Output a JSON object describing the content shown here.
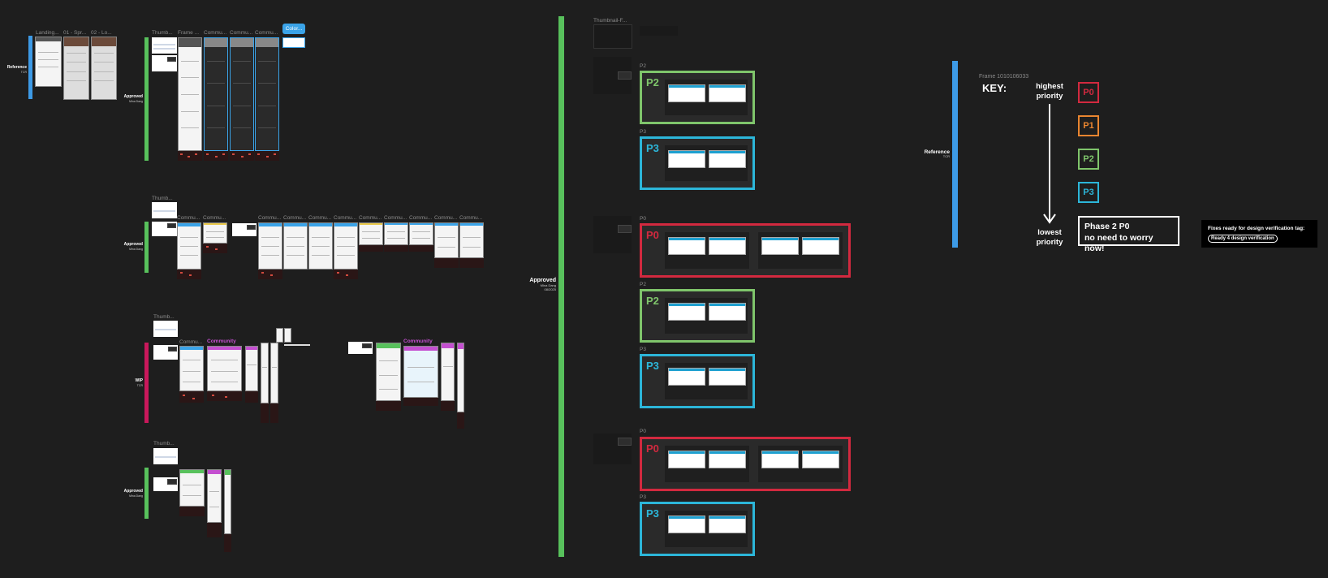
{
  "colors": {
    "canvas": "#1e1e1e",
    "reference_blue": "#3d9ae6",
    "approved_green": "#58c15c",
    "wip_pink": "#c9185b",
    "p0_red": "#d2293f",
    "p1_orange": "#e98530",
    "p2_green": "#7fc56b",
    "p3_cyan": "#2cb6d9",
    "color_button_bg": "#3aa3e8"
  },
  "frames": {
    "landing": "Landing...",
    "spr": "01 - Spr...",
    "lo": "02 - Lo...",
    "thumb_1": "Thumb...",
    "frame": "Frame ...",
    "commu_a": "Commu...",
    "commu_b": "Commu...",
    "commu_c": "Commu...",
    "color_button": "Color...",
    "thumb_2": "Thumb...",
    "row2_commu_1": "Commu...",
    "row2_commu_2": "Commu...",
    "row2_commu_3": "Commu...",
    "row2_commu_4": "Commu...",
    "row2_commu_5": "Commu...",
    "row2_commu_6": "Commu...",
    "row2_commu_7": "Commu...",
    "row2_commu_8": "Commu...",
    "row2_commu_9": "Commu...",
    "row2_commu_10": "Commu...",
    "row2_commu_11": "Commu...",
    "thumb_3": "Thumb...",
    "row3_commu": "Commu...",
    "row3_community_1": "Community",
    "row3_community_2": "Community",
    "thumb_4": "Thumb...",
    "thumbnail_f": "Thumbnail-F..."
  },
  "sections": {
    "reference_left": {
      "label": "Reference",
      "sub": "TCR"
    },
    "approved_1": {
      "label": "Approved",
      "sub": "Mina Dang"
    },
    "approved_2": {
      "label": "Approved",
      "sub": "Mina Dang"
    },
    "wip": {
      "label": "WIP",
      "sub": "TCR"
    },
    "approved_3": {
      "label": "Approved",
      "sub": "Mina Dang"
    },
    "approved_center": {
      "label": "Approved",
      "sub": "Mina Dang",
      "date": "08/2025"
    },
    "reference_right": {
      "label": "Reference",
      "sub": "TCR"
    }
  },
  "priority_groups": [
    {
      "small_label": "P2",
      "tag": "P2"
    },
    {
      "small_label": "P3",
      "tag": "P3"
    },
    {
      "small_label": "P0",
      "tag": "P0"
    },
    {
      "small_label": "P2",
      "tag": "P2"
    },
    {
      "small_label": "P3",
      "tag": "P3"
    },
    {
      "small_label": "P0",
      "tag": "P0"
    },
    {
      "small_label": "P3",
      "tag": "P3"
    }
  ],
  "key": {
    "frame_name": "Frame 1010106033",
    "title": "KEY:",
    "highest": "highest priority",
    "lowest": "lowest priority",
    "items": [
      "P0",
      "P1",
      "P2",
      "P3"
    ],
    "phase_line1": "Phase 2 P0",
    "phase_line2": "no need to worry now!"
  },
  "verification": {
    "title": "Fixes ready for design verification tag:",
    "badge": "Ready 4 design verification"
  },
  "icons": {
    "arrow": "arrow-down-icon"
  }
}
